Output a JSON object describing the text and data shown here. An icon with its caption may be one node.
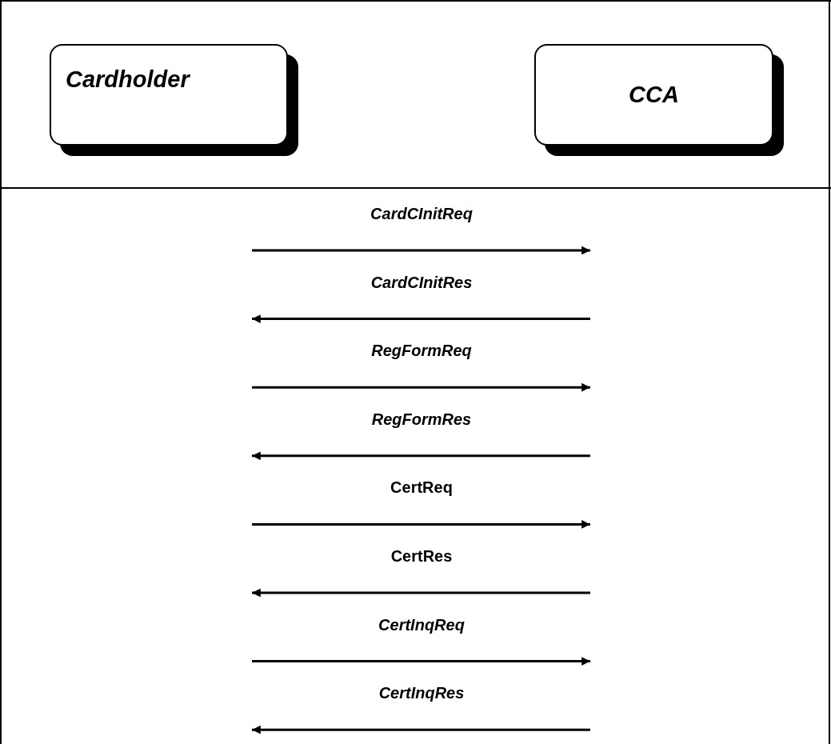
{
  "diagram": {
    "nodes": [
      {
        "text": [
          "Cardholder"
        ]
      },
      {
        "text": [
          "CCA"
        ]
      }
    ],
    "labels": [
      "CardCInitReq",
      "CardCInitRes",
      "RegFormReq",
      "RegFormRes",
      "CertReq",
      "CertRes",
      "CertInqReq",
      "CertInqRes"
    ]
  }
}
